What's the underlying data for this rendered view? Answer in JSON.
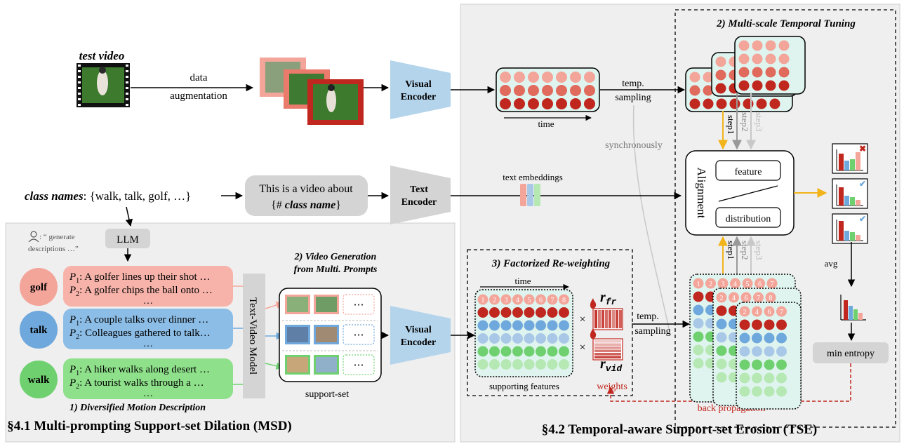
{
  "colors": {
    "red": "#c0271e",
    "pink": "#f4a59a",
    "blue": "#6fa8dc",
    "blue_light": "#a9c8e8",
    "green": "#6fd06f",
    "green_light": "#b6e8b3",
    "encoder_blue": "#b4d4ec",
    "encoder_gray": "#d4d4d4",
    "panel_gray": "#efefef",
    "arrow_orange": "#f2b41b",
    "backprop_red": "#c0271e"
  },
  "top": {
    "test_video_label": "test video",
    "augmentation_label_1": "data",
    "augmentation_label_2": "augmentation",
    "visual_encoder_1": "Visual",
    "visual_encoder_2": "Encoder",
    "time_label": "time",
    "temp_sampling_1": "temp.",
    "temp_sampling_2": "sampling",
    "synchronously": "synchronously"
  },
  "text_branch": {
    "class_names_label": "class names",
    "class_names_values": ": {walk, talk, golf, …}",
    "prompt_line_1": "This is a video about",
    "prompt_line_2_prefix": "{# ",
    "prompt_line_2_italic": "class name",
    "prompt_line_2_suffix": "}",
    "text_encoder_1": "Text",
    "text_encoder_2": "Encoder",
    "text_embeddings": "text embeddings"
  },
  "msd": {
    "llm": "LLM",
    "user_prompt_1": ": “ generate",
    "user_prompt_2": "descriptions …”",
    "classes": [
      {
        "name": "golf",
        "p1": ": A golfer lines up their shot …",
        "p2": ": A golfer chips the ball onto …"
      },
      {
        "name": "talk",
        "p1": ": A couple talks over dinner …",
        "p2": ": Colleagues gathered to talk…",
        "more": "…"
      },
      {
        "name": "walk",
        "p1": ": A hiker walks along desert …",
        "p2": ": A tourist walks through a …",
        "more": "…"
      }
    ],
    "p1_label": "P",
    "p1_sub": "1",
    "p2_label": "P",
    "p2_sub": "2",
    "text_video_model": "Text-Video Model",
    "video_gen_title_1": "2) Video Generation",
    "video_gen_title_2": "from Multi. Prompts",
    "ellipsis": "⋯",
    "support_set": "support-set",
    "diversified_caption": "1) Diversified Motion Description",
    "section_title": "§4.1 Multi-prompting Support-set Dilation (MSD)"
  },
  "tse": {
    "multiscale_title": "2) Multi-scale Temporal Tuning",
    "step1": "step1",
    "step2": "step2",
    "step3": "step3",
    "alignment": "Alignment",
    "feature": "feature",
    "distribution": "distribution",
    "avg": "avg",
    "min_entropy": "min entropy",
    "back_propagation": "back propagation",
    "factorized_title": "3) Factorized Re-weighting",
    "time_label": "time",
    "frame_numbers": [
      "1",
      "2",
      "3",
      "4",
      "5",
      "6",
      "7",
      "8"
    ],
    "stack_numbers_mid": [
      "2",
      "4",
      "6",
      "7",
      "8"
    ],
    "stack_numbers_front": [
      "2",
      "4",
      "6",
      "7"
    ],
    "r_fr_base": "r",
    "r_fr_sub": "fr",
    "r_vid_base": "r",
    "r_vid_sub": "vid",
    "times_sign": "×",
    "supporting_features": "supporting features",
    "weights": "weights",
    "temp_sampling_1": "temp.",
    "temp_sampling_2": "sampling",
    "section_title": "§4.2 Temporal-aware Support-set Erosion (TSE)"
  }
}
